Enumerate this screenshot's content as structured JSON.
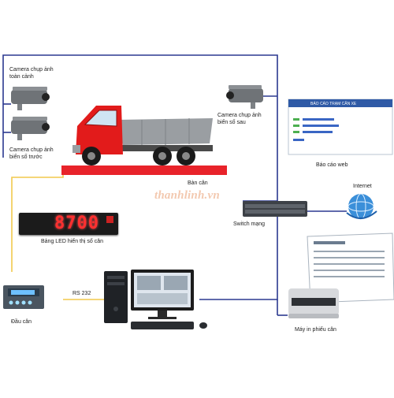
{
  "labels": {
    "camera_overview": "Camera chụp ảnh\ntoàn cảnh",
    "camera_front_plate": "Camera chụp ảnh\nbiển số trước",
    "camera_rear_plate": "Camera chụp ảnh\nbiển số sau",
    "scale_platform": "Bàn cân",
    "led_board": "Bảng LED hiển thị số cân",
    "network_switch": "Switch mạng",
    "internet": "Internet",
    "web_report": "Báo cáo web",
    "weighing_indicator": "Đầu cân",
    "rs232": "RS 232",
    "ticket_printer": "Máy in phiếu cân"
  },
  "led_display": {
    "value": "8700"
  },
  "watermark": "thanhlinh.vn",
  "web_report_screen": {
    "title": "BÁO CÁO TRẠM CÂN XE"
  },
  "colors": {
    "network_cable": "#2b3990",
    "serial_cable": "#f2c94c",
    "truck_cab": "#e21b1b",
    "scale_platform": "#e8232a"
  }
}
